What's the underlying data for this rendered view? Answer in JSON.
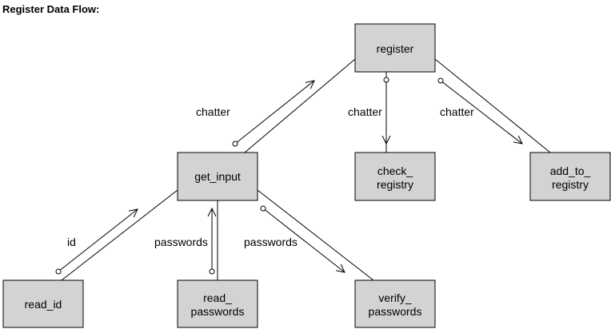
{
  "diagram": {
    "title": "Register Data Flow:",
    "node_fill": "#d3d3d3",
    "stroke": "#000000",
    "nodes": {
      "register": {
        "lines": [
          "register"
        ]
      },
      "get_input": {
        "lines": [
          "get_input"
        ]
      },
      "check_registry": {
        "lines": [
          "check_",
          "registry"
        ]
      },
      "add_to_registry": {
        "lines": [
          "add_to_",
          "registry"
        ]
      },
      "read_id": {
        "lines": [
          "read_id"
        ]
      },
      "read_passwords": {
        "lines": [
          "read_",
          "passwords"
        ]
      },
      "verify_passwords": {
        "lines": [
          "verify_",
          "passwords"
        ]
      }
    },
    "edges": [
      {
        "from": "register",
        "to": "get_input"
      },
      {
        "from": "register",
        "to": "check_registry"
      },
      {
        "from": "register",
        "to": "add_to_registry"
      },
      {
        "from": "get_input",
        "to": "read_id"
      },
      {
        "from": "get_input",
        "to": "read_passwords"
      },
      {
        "from": "get_input",
        "to": "verify_passwords"
      }
    ],
    "flows": [
      {
        "label": "chatter"
      },
      {
        "label": "chatter"
      },
      {
        "label": "chatter"
      },
      {
        "label": "id"
      },
      {
        "label": "passwords"
      },
      {
        "label": "passwords"
      }
    ]
  }
}
